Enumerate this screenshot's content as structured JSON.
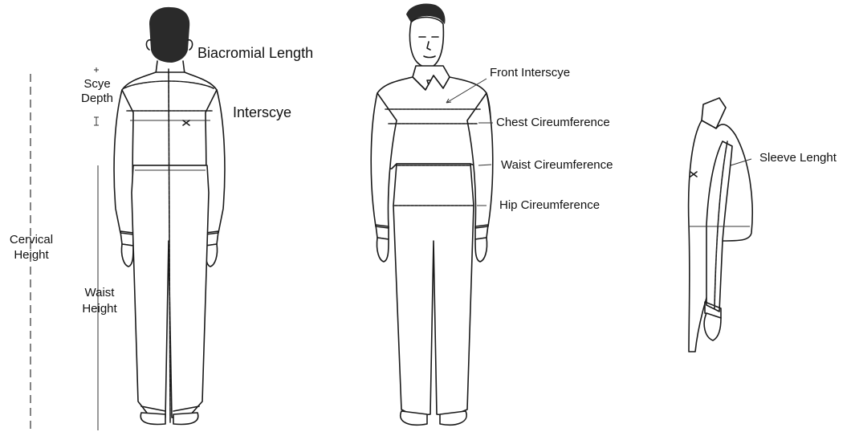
{
  "labels": {
    "biacromial_length": "Biacromial Length",
    "scye_depth_1": "Scye",
    "scye_depth_2": "Depth",
    "interscye": "Interscye",
    "cervical_height_1": "Cervical",
    "cervical_height_2": "Height",
    "waist_height_1": "Waist",
    "waist_height_2": "Height",
    "front_interscye": "Front Interscye",
    "chest_circumference": "Chest Cireumference",
    "waist_circumference": "Waist Cireumference",
    "hip_circumference": "Hip Cireumference",
    "sleeve_length": "Sleeve Lenght"
  },
  "colors": {
    "ink": "#1a1a1a",
    "background": "#ffffff"
  }
}
